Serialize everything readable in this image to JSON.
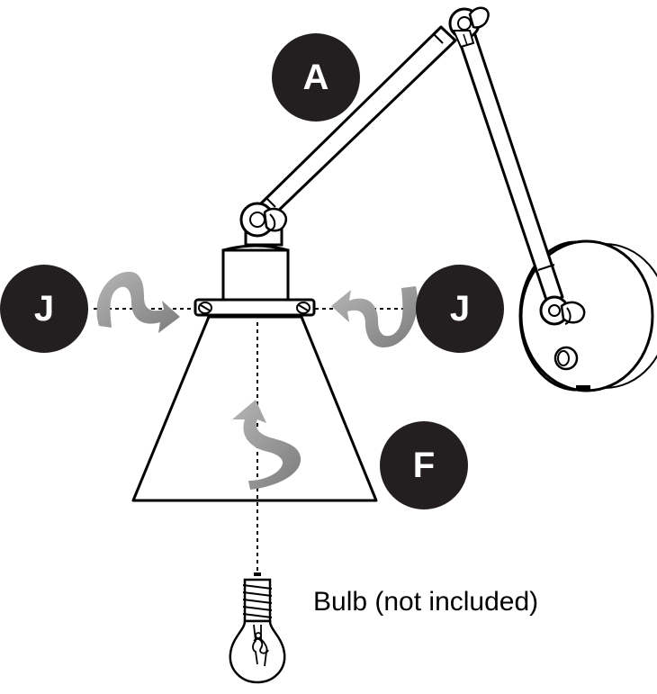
{
  "labels": {
    "arm": "A",
    "screw_left": "J",
    "screw_right": "J",
    "shade": "F"
  },
  "caption": "Bulb (not included)",
  "colors": {
    "badge": "#231f20",
    "badge_text": "#ffffff",
    "line": "#000000",
    "arrow": "#8c8c8c"
  }
}
